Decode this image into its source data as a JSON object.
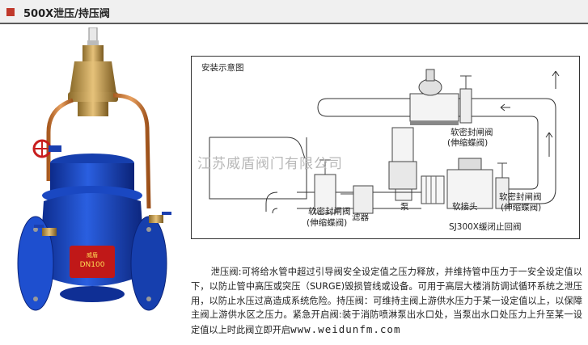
{
  "header": {
    "title": "500X泄压/持压阀"
  },
  "product": {
    "body_text": "DN100",
    "brand_text": "威盾"
  },
  "diagram": {
    "title": "安装示意图",
    "labels": {
      "valve_top": "软密封闸阀",
      "valve_top_sub": "(伸缩蝶阀)",
      "valve_left": "软密封闸阀",
      "valve_left_sub": "(伸缩蝶阀)",
      "filter": "滤器",
      "pump": "泵",
      "joint": "软接头",
      "valve_right": "软密封闸阀",
      "valve_right_sub": "(伸缩蝶阀)",
      "check_valve": "SJ300X缓闭止回阀"
    }
  },
  "watermark": "江苏威盾阀门有限公司",
  "description": {
    "text": "泄压阀:可将给水管中超过引导阀安全设定值之压力释放，并维持管中压力于一安全设定值以下，以防止管中高压或突压（SURGE)毁损管线或设备。可用于高层大楼消防调试循环系统之泄压用，以防止水压过高造成系统危险。持压阀：可维持主阀上游供水压力于某一设定值以上，以保障主阀上游供水区之压力。紧急开启阀:装于消防喷淋泵出水口处，当泵出水口处压力上升至某一设定值以上时此阀立即开启",
    "url": "www.weidunfm.com"
  }
}
